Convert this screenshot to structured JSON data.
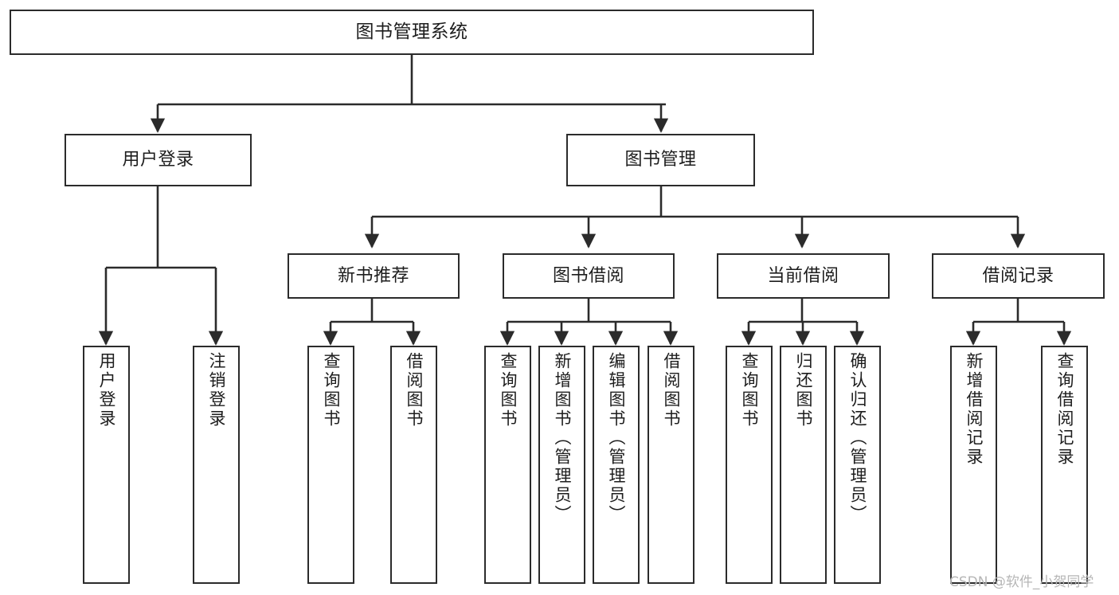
{
  "diagram": {
    "type": "tree-hierarchy-chart",
    "title": "图书管理系统",
    "watermark": "CSDN @软件_小贺同学",
    "colors": {
      "border": "#2b2b2b",
      "background": "#ffffff",
      "text": "#1d1d1d",
      "edge": "#2b2b2b",
      "watermark": "#b6b6b6"
    },
    "nodes": {
      "root": {
        "label": "图书管理系统",
        "level": 1
      },
      "l2": [
        {
          "id": "user-login",
          "label": "用户登录",
          "level": 2
        },
        {
          "id": "book-management",
          "label": "图书管理",
          "level": 2
        }
      ],
      "l3": [
        {
          "id": "new-book-recommend",
          "label": "新书推荐",
          "level": 3,
          "parent": "book-management"
        },
        {
          "id": "book-borrow",
          "label": "图书借阅",
          "level": 3,
          "parent": "book-management"
        },
        {
          "id": "current-borrow",
          "label": "当前借阅",
          "level": 3,
          "parent": "book-management"
        },
        {
          "id": "borrow-record",
          "label": "借阅记录",
          "level": 3,
          "parent": "book-management"
        }
      ],
      "leaves": [
        {
          "id": "leaf-user-login",
          "label": "用户登录",
          "parent": "user-login"
        },
        {
          "id": "leaf-user-logout",
          "label": "注销登录",
          "parent": "user-login"
        },
        {
          "id": "leaf-query-book-1",
          "label": "查询图书",
          "parent": "new-book-recommend"
        },
        {
          "id": "leaf-borrow-book-1",
          "label": "借阅图书",
          "parent": "new-book-recommend"
        },
        {
          "id": "leaf-query-book-2",
          "label": "查询图书",
          "parent": "book-borrow"
        },
        {
          "id": "leaf-add-book",
          "label": "新增图书（管理员）",
          "parent": "book-borrow"
        },
        {
          "id": "leaf-edit-book",
          "label": "编辑图书（管理员）",
          "parent": "book-borrow"
        },
        {
          "id": "leaf-borrow-book-2",
          "label": "借阅图书",
          "parent": "book-borrow"
        },
        {
          "id": "leaf-query-book-3",
          "label": "查询图书",
          "parent": "current-borrow"
        },
        {
          "id": "leaf-return-book",
          "label": "归还图书",
          "parent": "current-borrow"
        },
        {
          "id": "leaf-confirm-return",
          "label": "确认归还（管理员）",
          "parent": "current-borrow"
        },
        {
          "id": "leaf-add-record",
          "label": "新增借阅记录",
          "parent": "borrow-record"
        },
        {
          "id": "leaf-query-record",
          "label": "查询借阅记录",
          "parent": "borrow-record"
        }
      ]
    }
  }
}
